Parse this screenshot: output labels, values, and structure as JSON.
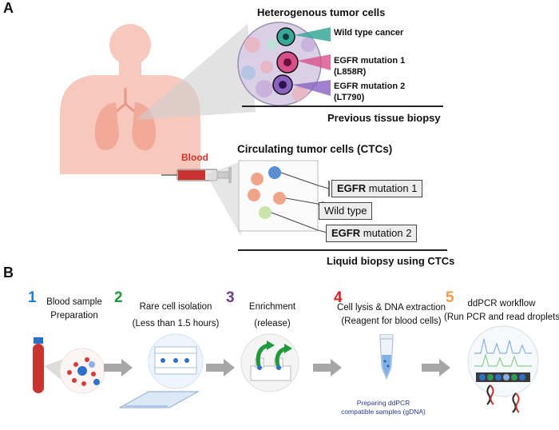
{
  "panel_a": {
    "label": "A",
    "title": "Heterogenous tumor cells",
    "wild_type_cancer": "Wild type cancer",
    "egfr_mut1_line1": "EGFR mutation 1",
    "egfr_mut1_line2": "(L858R)",
    "egfr_mut2_line1": "EGFR mutation 2",
    "egfr_mut2_line2": "(LT790)",
    "previous_biopsy": "Previous tissue biopsy",
    "blood_label": "Blood",
    "ctc_title": "Circulating tumor cells (CTCs)",
    "box1_bold": "EGFR",
    "box1_rest": " mutation 1",
    "box2": "Wild type",
    "box3_bold": "EGFR",
    "box3_rest": " mutation 2",
    "liquid_biopsy": "Liquid biopsy using CTCs"
  },
  "panel_b": {
    "label": "B",
    "steps": [
      {
        "num": "1",
        "line1": "Blood sample",
        "line2": "Preparation",
        "color": "#1f7fd6"
      },
      {
        "num": "2",
        "line1": "Rare cell isolation",
        "line2": "(Less than 1.5 hours)",
        "color": "#1e9a3a"
      },
      {
        "num": "3",
        "line1": "Enrichment",
        "line2": "(release)",
        "color": "#6a3d8f"
      },
      {
        "num": "4",
        "line1": "Cell lysis & DNA extraction",
        "line2": "(Reagent for blood cells)",
        "color": "#d62020"
      },
      {
        "num": "5",
        "line1": "ddPCR workflow",
        "line2": "(Run PCR and read droplets)",
        "color": "#f29a4a"
      }
    ],
    "prep_caption_1": "Preparing ddPCR",
    "prep_caption_2": "compatible samples (gDNA)"
  },
  "colors": {
    "body": "#f7c9bd",
    "lung": "#f2a99a",
    "teal": "#3aa898",
    "pink": "#d8508a",
    "purple": "#8a62c0",
    "blood": "#c9322e",
    "arrow_gray": "#a6a6a6",
    "caption_blue": "#2b3990"
  }
}
